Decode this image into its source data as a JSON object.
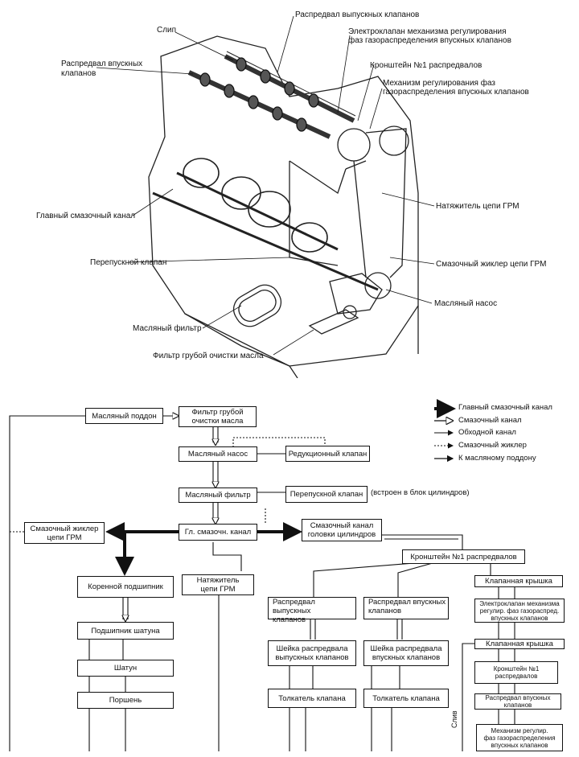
{
  "engine_labels": {
    "slip": "Слип",
    "exhaust_camshaft": "Распредвал выпускных клапанов",
    "vvt_solenoid_1": "Электроклапан механизма регулирования",
    "vvt_solenoid_2": "фаз газораспределения впускных клапанов",
    "intake_camshaft_1": "Распредвал впускных",
    "intake_camshaft_2": "клапанов",
    "bracket_no1": "Кронштейн №1 распредвалов",
    "vvt_mech_1": "Механизм регулирования фаз",
    "vvt_mech_2": "газораспределения впускных клапанов",
    "main_gallery": "Главный смазочный канал",
    "chain_tensioner": "Натяжитель цепи ГРМ",
    "bypass_valve": "Перепускной клапан",
    "chain_jet": "Смазочный жиклер цепи ГРМ",
    "oil_pump": "Масляный насос",
    "oil_filter": "Масляный фильтр",
    "strainer": "Фильтр грубой очистки масла"
  },
  "legend": {
    "main": "Главный смазочный канал",
    "oil": "Смазочный канал",
    "bypass": "Обходной канал",
    "jet": "Смазочный жиклер",
    "pan": "К масляному поддону"
  },
  "flow": {
    "oil_pan": "Масляный поддон",
    "strainer_1": "Фильтр грубой",
    "strainer_2": "очистки масла",
    "oil_pump": "Масляный насос",
    "relief_valve": "Редукционный клапан",
    "oil_filter": "Масляный фильтр",
    "bypass_valve": "Перепускной клапан",
    "bypass_note": "(встроен в блок цилиндров)",
    "chain_jet_1": "Смазочный жиклер",
    "chain_jet_2": "цепи ГРМ",
    "main_gallery": "Гл. смазочн. канал",
    "head_gallery_1": "Смазочный канал",
    "head_gallery_2": "головки цилиндров",
    "bracket": "Кронштейн №1 распредвалов",
    "main_bearing": "Коренной подшипник",
    "tensioner_1": "Натяжитель",
    "tensioner_2": "цепи ГРМ",
    "exh_cam_1": "Распредвал выпускных",
    "exh_cam_2": "клапанов",
    "int_cam_1": "Распредвал впускных",
    "int_cam_2": "клапанов",
    "valve_cover": "Клапанная крышка",
    "solenoid_1": "Электроклапан механизма",
    "solenoid_2": "регулир. фаз газораспред.",
    "solenoid_3": "впускных клапанов",
    "rod_bearing": "Подшипник шатуна",
    "exh_journal_1": "Шейка распредвала",
    "exh_journal_2": "выпускных клапанов",
    "int_journal_1": "Шейка распредвала",
    "int_journal_2": "впускных клапанов",
    "valve_cover_2": "Клапанная крышка",
    "rod": "Шатун",
    "bracket2_1": "Кронштейн №1",
    "bracket2_2": "распредвалов",
    "piston": "Поршень",
    "tappet_exh": "Толкатель клапана",
    "tappet_int": "Толкатель клапана",
    "int_cam2_1": "Распредвал впускных",
    "int_cam2_2": "клапанов",
    "vvt_1": "Механизм регулир.",
    "vvt_2": "фаз газораспределения",
    "vvt_3": "впускных клапанов",
    "slip": "Слив"
  }
}
